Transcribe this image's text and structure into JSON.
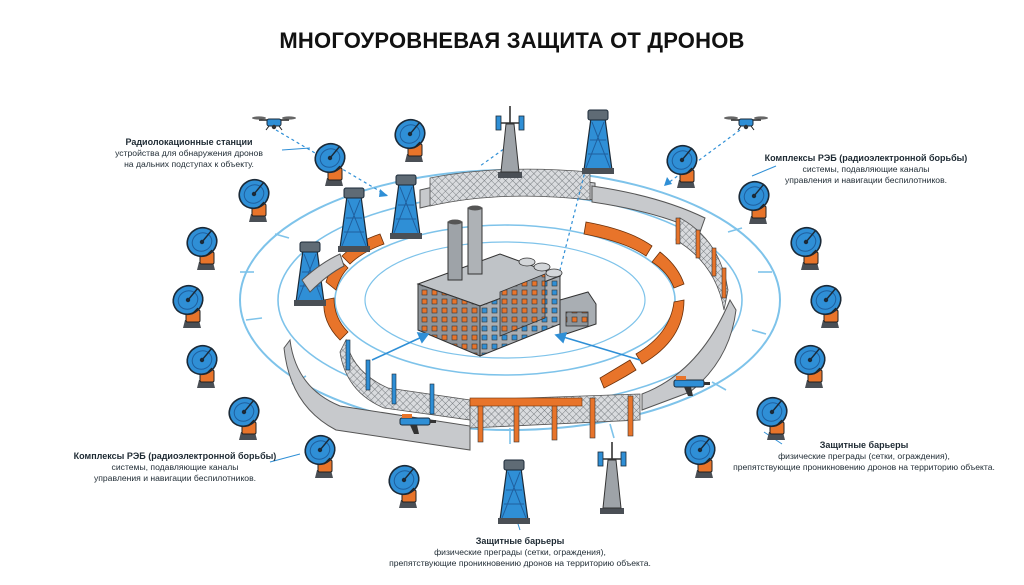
{
  "title": "МНОГОУРОВНЕВАЯ ЗАЩИТА ОТ ДРОНОВ",
  "callouts": {
    "radar": {
      "heading": "Радиолокационные станции",
      "lines": [
        "устройства для обнаружения дронов",
        "на дальних подступах к объекту."
      ]
    },
    "reb_right": {
      "heading": "Комплексы РЭБ (радиоэлектронной борьбы)",
      "lines": [
        "системы, подавляющие каналы",
        "управления и навигации беспилотников."
      ]
    },
    "reb_left": {
      "heading": "Комплексы РЭБ (радиоэлектронной борьбы)",
      "lines": [
        "системы, подавляющие каналы",
        "управления и навигации беспилотников."
      ]
    },
    "barriers_right": {
      "heading": "Защитные барьеры",
      "lines": [
        "физические преграды (сетки, ограждения),",
        "препятствующие проникновению дронов на территорию объекта."
      ]
    },
    "barriers_bottom": {
      "heading": "Защитные барьеры",
      "lines": [
        "физические преграды (сетки, ограждения),",
        "препятствующие проникновению дронов на территорию объекта."
      ]
    }
  },
  "colors": {
    "blue": "#2f8fd6",
    "dark_blue": "#1f5f9e",
    "orange": "#e8742a",
    "ring": "#7ec3ea",
    "concrete": "#c7c9cc",
    "factory": "#9ea3a8"
  },
  "icons": [
    "radar-dish-icon",
    "drone-icon",
    "radar-tower-icon",
    "antenna-tower-icon",
    "jammer-gun-icon",
    "factory-icon"
  ]
}
